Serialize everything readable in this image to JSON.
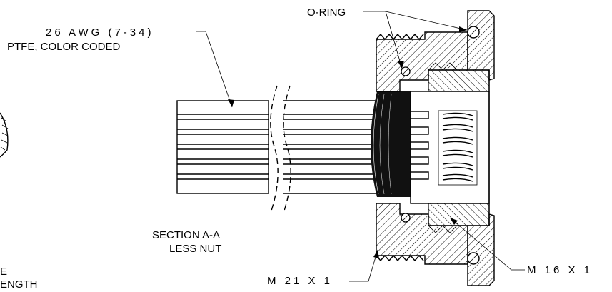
{
  "labels": {
    "o_ring": "O-RING",
    "awg_line1": "26 AWG (7-34)",
    "awg_line2": "PTFE, COLOR CODED",
    "section_line1": "SECTION A-A",
    "section_line2": "LESS NUT",
    "m21": "M 21 X 1",
    "m16": "M 16 X 1",
    "left_partial1": "E",
    "left_partial2": "ENGTH"
  },
  "colors": {
    "ink": "#000000",
    "paper": "#ffffff"
  }
}
